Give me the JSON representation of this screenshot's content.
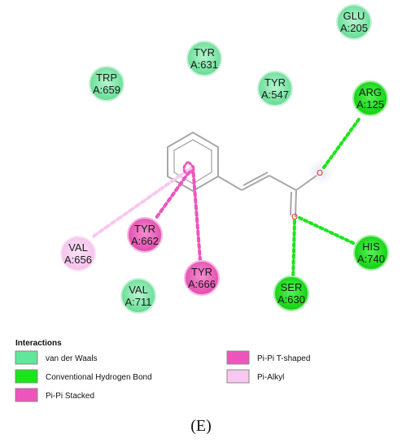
{
  "residues": [
    {
      "id": "glu205",
      "name": "GLU",
      "chain": "A:205",
      "type": "vdw"
    },
    {
      "id": "tyr631",
      "name": "TYR",
      "chain": "A:631",
      "type": "vdw"
    },
    {
      "id": "trp659",
      "name": "TRP",
      "chain": "A:659",
      "type": "vdw"
    },
    {
      "id": "tyr547",
      "name": "TYR",
      "chain": "A:547",
      "type": "vdw"
    },
    {
      "id": "arg125",
      "name": "ARG",
      "chain": "A:125",
      "type": "hbond"
    },
    {
      "id": "tyr662",
      "name": "TYR",
      "chain": "A:662",
      "type": "pipi_stacked"
    },
    {
      "id": "tyr666",
      "name": "TYR",
      "chain": "A:666",
      "type": "pipi_tshaped"
    },
    {
      "id": "val656",
      "name": "VAL",
      "chain": "A:656",
      "type": "pialkyl"
    },
    {
      "id": "val711",
      "name": "VAL",
      "chain": "A:711",
      "type": "vdw"
    },
    {
      "id": "ser630",
      "name": "SER",
      "chain": "A:630",
      "type": "hbond"
    },
    {
      "id": "his740",
      "name": "HIS",
      "chain": "A:740",
      "type": "hbond"
    }
  ],
  "atoms": [
    {
      "id": "o1",
      "symbol": "O"
    },
    {
      "id": "o2",
      "symbol": "O"
    }
  ],
  "interactions": [
    {
      "from": "o1",
      "to": "arg125",
      "type": "hbond"
    },
    {
      "from": "o2",
      "to": "ser630",
      "type": "hbond"
    },
    {
      "from": "o2",
      "to": "his740",
      "type": "hbond"
    },
    {
      "from": "ring",
      "to": "tyr662",
      "type": "pipi_stacked"
    },
    {
      "from": "ring",
      "to": "tyr666",
      "type": "pipi_tshaped"
    },
    {
      "from": "ring",
      "to": "val656",
      "type": "pialkyl"
    }
  ],
  "legend": {
    "title": "Interactions",
    "items": [
      {
        "key": "vdw",
        "label": "van der Waals"
      },
      {
        "key": "hbond",
        "label": "Conventional Hydrogen Bond"
      },
      {
        "key": "pipi_stacked",
        "label": "Pi-Pi Stacked"
      },
      {
        "key": "pipi_tshaped",
        "label": "Pi-Pi T-shaped"
      },
      {
        "key": "pialkyl",
        "label": "Pi-Alkyl"
      }
    ]
  },
  "colors": {
    "vdw": "#7ee8a8",
    "hbond": "#19e619",
    "pipi_stacked": "#ee55bb",
    "pipi_tshaped": "#ee55bb",
    "pialkyl": "#f8c8f0"
  },
  "panel_label": "(E)"
}
